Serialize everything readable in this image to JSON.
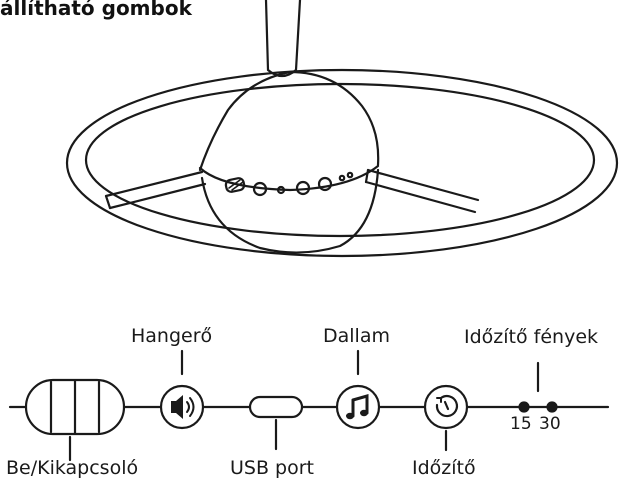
{
  "title": "állítható gombok",
  "labels": {
    "volume": "Hangerő",
    "melody": "Dallam",
    "timer_lights": "Időzítő fények",
    "power_switch": "Be/Kikapcsoló",
    "usb_port": "USB port",
    "timer": "Időzítő"
  },
  "timer_values": {
    "short": "15",
    "long": "30"
  },
  "icons": {
    "volume": "speaker-icon",
    "melody": "music-note-icon",
    "timer": "timer-icon"
  },
  "colors": {
    "line": "#1a1a1a",
    "background": "#ffffff"
  }
}
